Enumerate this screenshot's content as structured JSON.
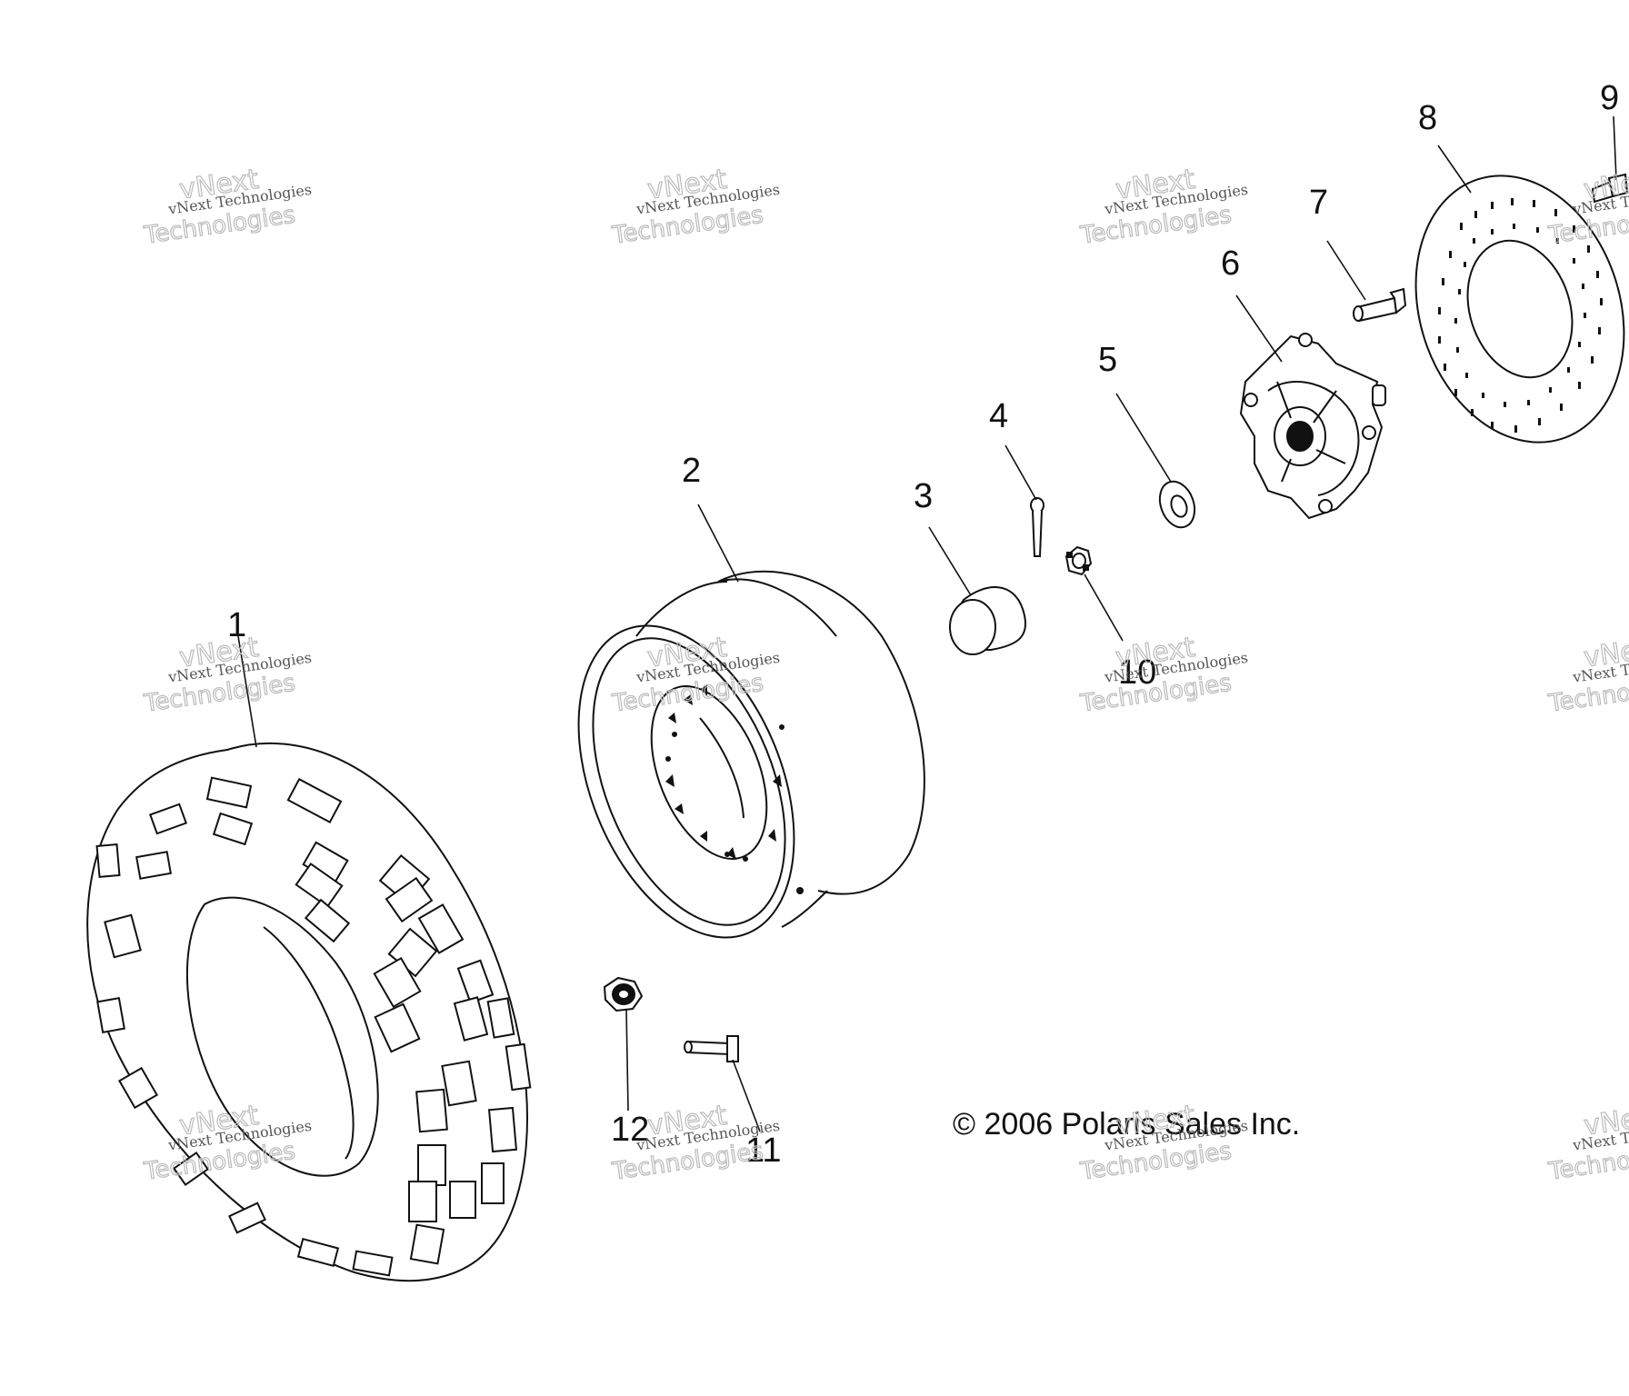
{
  "callouts": {
    "p1": "1",
    "p2": "2",
    "p3": "3",
    "p4": "4",
    "p5": "5",
    "p6": "6",
    "p7": "7",
    "p8": "8",
    "p9": "9",
    "p10": "10",
    "p11": "11",
    "p12": "12"
  },
  "copyright": "© 2006 Polaris Sales Inc.",
  "watermark": {
    "line1": "vNext Technologies",
    "line2": "vNext",
    "line3": "Technologies"
  },
  "colors": {
    "ink": "#111111",
    "watermark": "#bbbbbb",
    "background": "#ffffff"
  }
}
